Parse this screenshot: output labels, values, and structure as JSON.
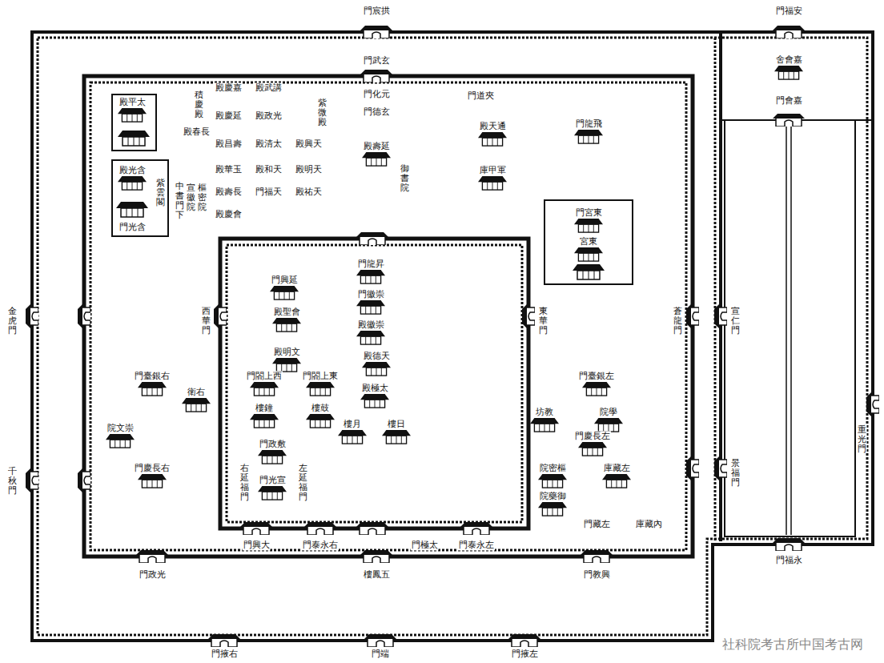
{
  "diagram": {
    "labels": [
      "拱宸門",
      "安福門",
      "玄武門",
      "元化門",
      "玄德門",
      "延壽殿",
      "御書院",
      "積慶殿",
      "嘉慶殿",
      "延慶殿",
      "壽昌殿",
      "玉華殿",
      "長壽殿",
      "會慶殿",
      "講武殿",
      "光政殿",
      "太清殿",
      "天和殿",
      "天福門",
      "天興殿",
      "天明殿",
      "天祐殿",
      "紫微殿",
      "長春殿",
      "中書門下",
      "宣徽院",
      "樞密院",
      "太平殿",
      "含光殿",
      "紫雲閣",
      "含光門",
      "夾道門",
      "通天殿",
      "飛龍門",
      "軍甲庫",
      "東宮門",
      "東宮",
      "嘉會舍",
      "嘉會門",
      "昇龍門",
      "崇徽門",
      "崇徽殿",
      "天德殿",
      "太極殿",
      "延興門",
      "會聖殿",
      "文明殿",
      "西上閤門",
      "東上閤門",
      "鐘樓",
      "鼓樓",
      "月樓",
      "日樓",
      "敷政門",
      "右延福門",
      "左延福門",
      "宣光門",
      "大興門",
      "右永泰門",
      "太極門",
      "左永泰門",
      "光政門",
      "五鳳樓",
      "興教門",
      "右掖門",
      "端門",
      "左掖門",
      "永福門",
      "西華門",
      "東華門",
      "金虎門",
      "千秋門",
      "蒼龍門",
      "宣仁門",
      "重光門",
      "景福門",
      "右銀臺門",
      "右衛",
      "崇文院",
      "右長慶門",
      "左銀臺門",
      "教坊",
      "學院",
      "左長慶門",
      "樞密院",
      "左藏庫",
      "御藥院",
      "左藏門",
      "內藏庫",
      "社科院考古所中国考古网"
    ]
  }
}
